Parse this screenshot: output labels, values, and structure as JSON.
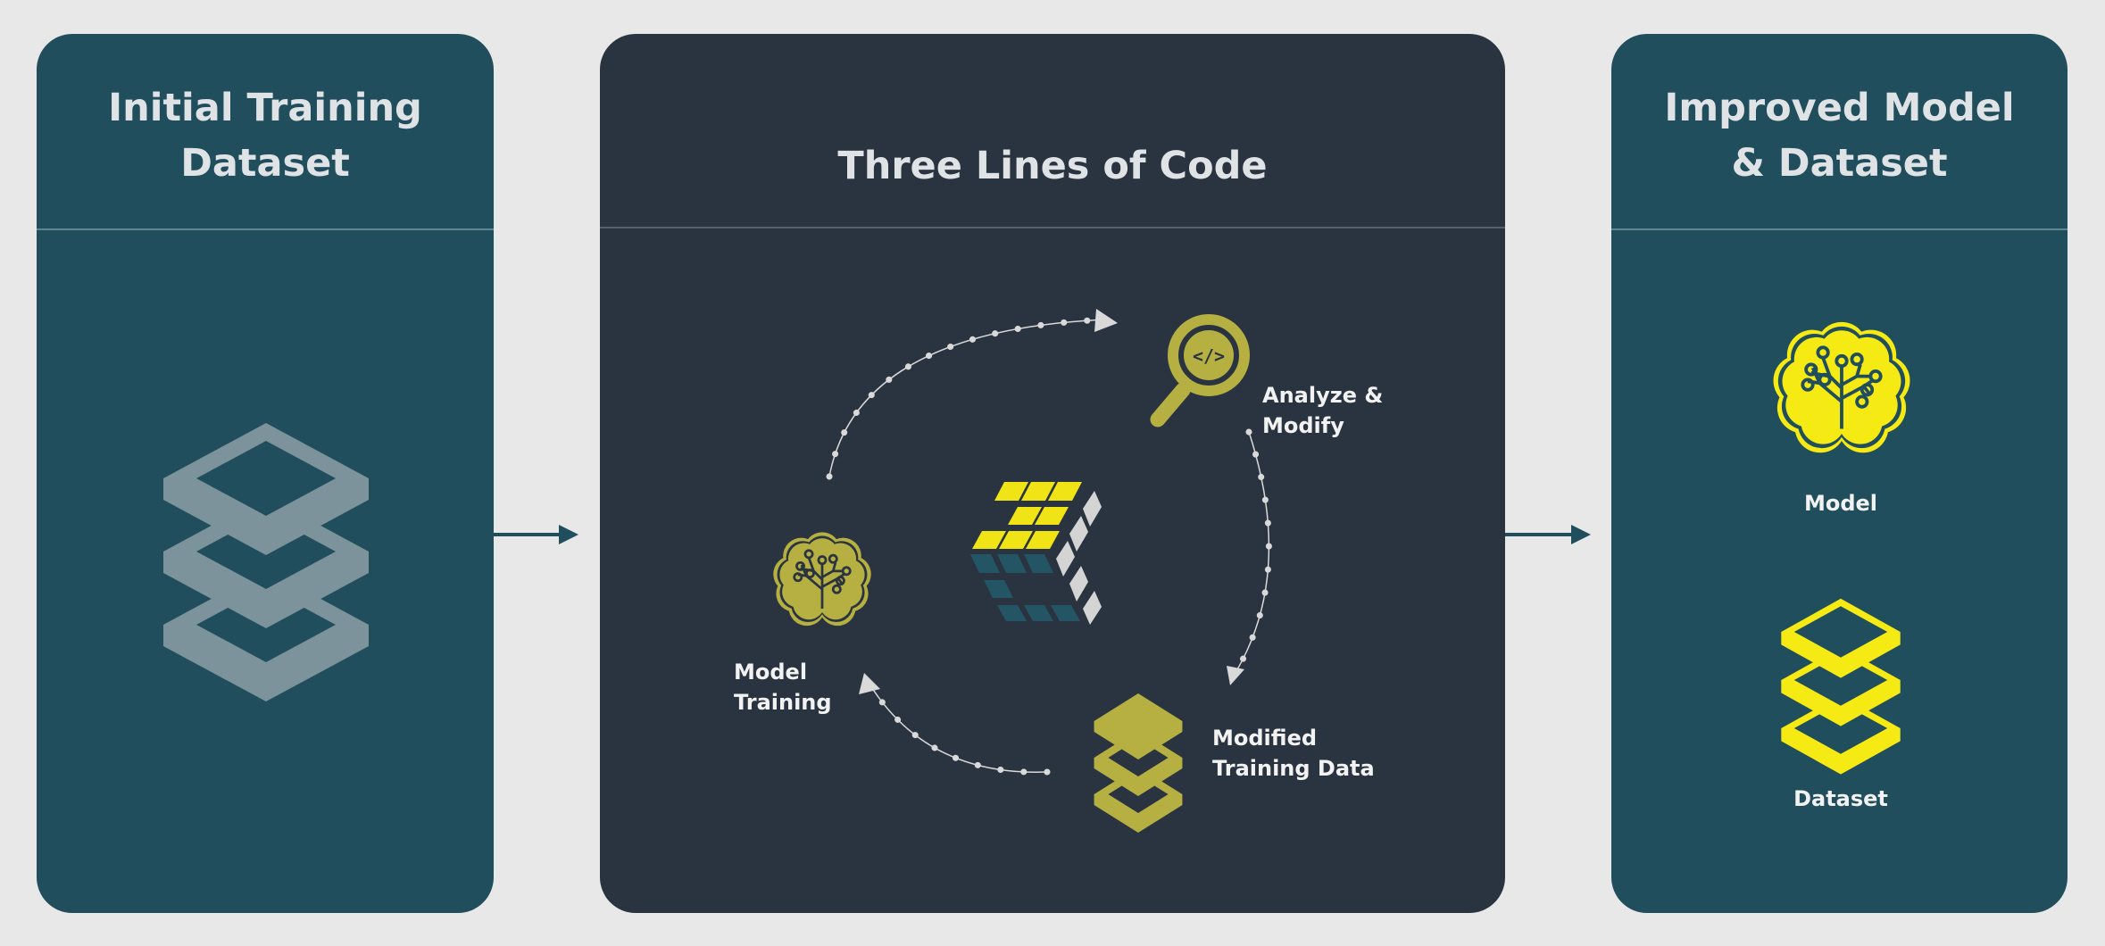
{
  "panels": {
    "left": {
      "title_line1": "Initial Training",
      "title_line2": "Dataset"
    },
    "center": {
      "title": "Three Lines of Code"
    },
    "right": {
      "title_line1": "Improved Model",
      "title_line2": "& Dataset"
    }
  },
  "cycle": {
    "analyze_line1": "Analyze &",
    "analyze_line2": "Modify",
    "modified_line1": "Modified",
    "modified_line2": "Training Data",
    "training_line1": "Model",
    "training_line2": "Training"
  },
  "outputs": {
    "model": "Model",
    "dataset": "Dataset"
  },
  "colors": {
    "teal": "#214e5d",
    "dark": "#2a3441",
    "olive": "#b5b041",
    "yellow": "#f5ea14",
    "gray_stack": "#7c939b"
  }
}
